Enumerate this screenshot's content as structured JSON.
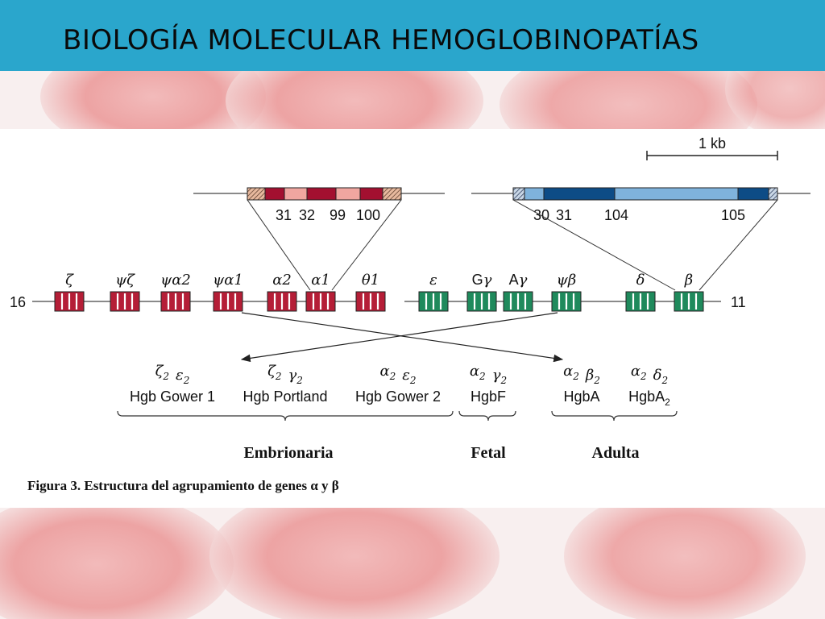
{
  "slide": {
    "title": "BIOLOGÍA MOLECULAR HEMOGLOBINOPATÍAS"
  },
  "colors": {
    "header": "#2aa6cc",
    "alpha_gene": "#b51e37",
    "beta_gene": "#1f8a5c",
    "alpha_exon_dark": "#a31030",
    "alpha_exon_light": "#f0a6a0",
    "beta_exon_dark": "#0d4c86",
    "beta_exon_light": "#7fb3dc"
  },
  "diagram": {
    "scale_label": "1 kb",
    "alpha_chromosome": "16",
    "beta_chromosome": "11",
    "alpha_exon_numbers": [
      "31",
      "32",
      "99",
      "100"
    ],
    "beta_exon_numbers": [
      "30",
      "31",
      "104",
      "105"
    ],
    "alpha_genes": [
      {
        "base": "ζ",
        "sub": ""
      },
      {
        "base": "ψζ",
        "sub": ""
      },
      {
        "base": "ψα2",
        "sub": ""
      },
      {
        "base": "ψα1",
        "sub": ""
      },
      {
        "base": "α2",
        "sub": ""
      },
      {
        "base": "α1",
        "sub": ""
      },
      {
        "base": "θ1",
        "sub": ""
      }
    ],
    "beta_genes": [
      {
        "base": "ε",
        "prefix": ""
      },
      {
        "base": "γ",
        "prefix": "G"
      },
      {
        "base": "γ",
        "prefix": "A"
      },
      {
        "base": "ψβ",
        "prefix": ""
      },
      {
        "base": "δ",
        "prefix": ""
      },
      {
        "base": "β",
        "prefix": ""
      }
    ],
    "hemoglobins": [
      {
        "chains": [
          [
            "ζ",
            "2"
          ],
          [
            "ε",
            "2"
          ]
        ],
        "name": "Hgb Gower 1",
        "name_sub": ""
      },
      {
        "chains": [
          [
            "ζ",
            "2"
          ],
          [
            "γ",
            "2"
          ]
        ],
        "name": "Hgb Portland",
        "name_sub": ""
      },
      {
        "chains": [
          [
            "α",
            "2"
          ],
          [
            "ε",
            "2"
          ]
        ],
        "name": "Hgb Gower 2",
        "name_sub": ""
      },
      {
        "chains": [
          [
            "α",
            "2"
          ],
          [
            "γ",
            "2"
          ]
        ],
        "name": "HgbF",
        "name_sub": ""
      },
      {
        "chains": [
          [
            "α",
            "2"
          ],
          [
            "β",
            "2"
          ]
        ],
        "name": "HgbA",
        "name_sub": ""
      },
      {
        "chains": [
          [
            "α",
            "2"
          ],
          [
            "δ",
            "2"
          ]
        ],
        "name": "HgbA",
        "name_sub": "2"
      }
    ],
    "stages": [
      "Embrionaria",
      "Fetal",
      "Adulta"
    ],
    "caption": "Figura 3. Estructura del agrupamiento de genes α y β"
  }
}
